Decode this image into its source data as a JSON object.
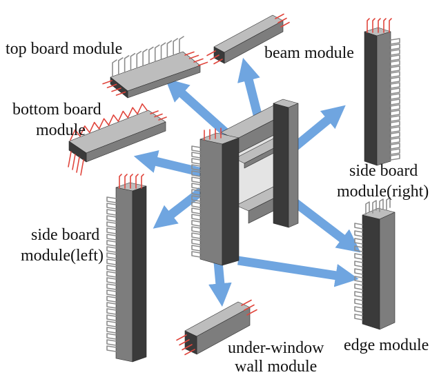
{
  "labels": {
    "top_board": [
      "top board module"
    ],
    "beam": [
      "beam module"
    ],
    "bottom_board": [
      "bottom board",
      "module"
    ],
    "side_board_right": [
      "side board",
      "module(right)"
    ],
    "side_board_left": [
      "side board",
      "module(left)"
    ],
    "under_window": [
      "under-window",
      "wall module"
    ],
    "edge": [
      "edge module"
    ]
  },
  "colors": {
    "arrow": "#6fa5e0",
    "rebar_red": "#e0453c",
    "rebar_gray": "#8c8c8c",
    "light": "#bdbdbd",
    "mid": "#7d7d7d",
    "dark": "#3a3a3a",
    "opening": "#e4e4e4"
  }
}
